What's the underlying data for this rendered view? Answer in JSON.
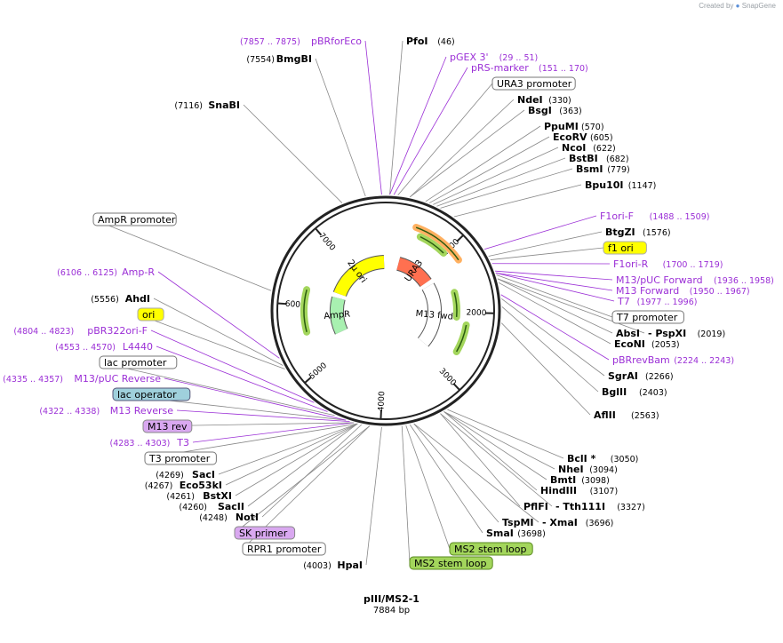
{
  "brand": {
    "created_by": "Created by",
    "app": "SnapGene"
  },
  "plasmid": {
    "name": "pIII/MS2-1",
    "length_label": "7884 bp",
    "length": 7884
  },
  "colors": {
    "enzyme": "#000000",
    "primer": "#9b2fd6",
    "backbone": "#222222",
    "feature_yellow": "#ffff00",
    "feature_green": "#a3d65c",
    "feature_lightgreen": "#a8f0b0",
    "feature_orange": "#ff7050",
    "feature_purple": "#d9a8f0",
    "feature_blue": "#9fd0dc"
  },
  "ticks": [
    "1000",
    "2000",
    "3000",
    "4000",
    "5000",
    "6000",
    "7000"
  ],
  "features_on_map": [
    {
      "label": "2μ ori",
      "color": "#ffff00"
    },
    {
      "label": "URA3",
      "color": "#ff7050"
    },
    {
      "label": "AmpR",
      "color": "#a8f0b0"
    },
    {
      "label": "M13 fwd",
      "color": "#ffffff"
    }
  ],
  "labels": [
    {
      "name": "PfoI",
      "pos": "(46)",
      "kind": "enzyme"
    },
    {
      "name": "pGEX 3'",
      "pos": "(29 .. 51)",
      "kind": "primer"
    },
    {
      "name": "pRS-marker",
      "pos": "(151 .. 170)",
      "kind": "primer"
    },
    {
      "name": "URA3 promoter",
      "pos": "",
      "kind": "promoter"
    },
    {
      "name": "NdeI",
      "pos": "(330)",
      "kind": "enzyme"
    },
    {
      "name": "BsgI",
      "pos": "(363)",
      "kind": "enzyme"
    },
    {
      "name": "PpuMI",
      "pos": "(570)",
      "kind": "enzyme"
    },
    {
      "name": "EcoRV",
      "pos": "(605)",
      "kind": "enzyme"
    },
    {
      "name": "NcoI",
      "pos": "(622)",
      "kind": "enzyme"
    },
    {
      "name": "BstBI",
      "pos": "(682)",
      "kind": "enzyme"
    },
    {
      "name": "BsmI",
      "pos": "(779)",
      "kind": "enzyme"
    },
    {
      "name": "Bpu10I",
      "pos": "(1147)",
      "kind": "enzyme"
    },
    {
      "name": "F1ori-F",
      "pos": "(1488 .. 1509)",
      "kind": "primer"
    },
    {
      "name": "BtgZI",
      "pos": "(1576)",
      "kind": "enzyme"
    },
    {
      "name": "f1 ori",
      "pos": "",
      "kind": "feature_yellow"
    },
    {
      "name": "F1ori-R",
      "pos": "(1700 .. 1719)",
      "kind": "primer"
    },
    {
      "name": "M13/pUC Forward",
      "pos": "(1936 .. 1958)",
      "kind": "primer"
    },
    {
      "name": "M13 Forward",
      "pos": "(1950 .. 1967)",
      "kind": "primer"
    },
    {
      "name": "T7",
      "pos": "(1977 .. 1996)",
      "kind": "primer"
    },
    {
      "name": "T7 promoter",
      "pos": "",
      "kind": "promoter"
    },
    {
      "name": "AbsI",
      "pos": "",
      "kind": "enzyme"
    },
    {
      "name": "PspXI",
      "pos": "(2019)",
      "kind": "enzyme",
      "prefix": "-"
    },
    {
      "name": "EcoNI",
      "pos": "(2053)",
      "kind": "enzyme"
    },
    {
      "name": "pBRrevBam",
      "pos": "(2224 .. 2243)",
      "kind": "primer"
    },
    {
      "name": "SgrAI",
      "pos": "(2266)",
      "kind": "enzyme"
    },
    {
      "name": "BglII",
      "pos": "(2403)",
      "kind": "enzyme"
    },
    {
      "name": "AflII",
      "pos": "(2563)",
      "kind": "enzyme"
    },
    {
      "name": "BclI *",
      "pos": "(3050)",
      "kind": "enzyme"
    },
    {
      "name": "NheI",
      "pos": "(3094)",
      "kind": "enzyme"
    },
    {
      "name": "BmtI",
      "pos": "(3098)",
      "kind": "enzyme"
    },
    {
      "name": "HindIII",
      "pos": "(3107)",
      "kind": "enzyme"
    },
    {
      "name": "PflFI",
      "pos": "",
      "kind": "enzyme"
    },
    {
      "name": "Tth111I",
      "pos": "(3327)",
      "kind": "enzyme",
      "prefix": "-"
    },
    {
      "name": "TspMI",
      "pos": "",
      "kind": "enzyme"
    },
    {
      "name": "XmaI",
      "pos": "(3696)",
      "kind": "enzyme",
      "prefix": "-"
    },
    {
      "name": "SmaI",
      "pos": "(3698)",
      "kind": "enzyme"
    },
    {
      "name": "MS2 stem loop",
      "pos": "",
      "kind": "feature_green"
    },
    {
      "name": "MS2 stem loop",
      "pos": "",
      "kind": "feature_green"
    },
    {
      "name": "HpaI",
      "pos": "(4003)",
      "kind": "enzyme",
      "left": true
    },
    {
      "name": "RPR1 promoter",
      "pos": "",
      "kind": "promoter"
    },
    {
      "name": "SK primer",
      "pos": "",
      "kind": "feature_purple"
    },
    {
      "name": "NotI",
      "pos": "(4248)",
      "kind": "enzyme",
      "left": true
    },
    {
      "name": "SacII",
      "pos": "(4260)",
      "kind": "enzyme",
      "left": true
    },
    {
      "name": "BstXI",
      "pos": "(4261)",
      "kind": "enzyme",
      "left": true
    },
    {
      "name": "Eco53kI",
      "pos": "(4267)",
      "kind": "enzyme",
      "left": true
    },
    {
      "name": "SacI",
      "pos": "(4269)",
      "kind": "enzyme",
      "left": true
    },
    {
      "name": "T3 promoter",
      "pos": "",
      "kind": "promoter"
    },
    {
      "name": "T3",
      "pos": "(4283 .. 4303)",
      "kind": "primer",
      "left": true
    },
    {
      "name": "M13 rev",
      "pos": "",
      "kind": "feature_purple"
    },
    {
      "name": "M13 Reverse",
      "pos": "(4322 .. 4338)",
      "kind": "primer",
      "left": true
    },
    {
      "name": "lac operator",
      "pos": "",
      "kind": "feature_blue"
    },
    {
      "name": "M13/pUC Reverse",
      "pos": "(4335 .. 4357)",
      "kind": "primer",
      "left": true
    },
    {
      "name": "lac promoter",
      "pos": "",
      "kind": "promoter"
    },
    {
      "name": "L4440",
      "pos": "(4553 .. 4570)",
      "kind": "primer",
      "left": true
    },
    {
      "name": "pBR322ori-F",
      "pos": "(4804 .. 4823)",
      "kind": "primer",
      "left": true
    },
    {
      "name": "ori",
      "pos": "",
      "kind": "feature_yellow"
    },
    {
      "name": "AhdI",
      "pos": "(5556)",
      "kind": "enzyme",
      "left": true
    },
    {
      "name": "Amp-R",
      "pos": "(6106 .. 6125)",
      "kind": "primer",
      "left": true
    },
    {
      "name": "AmpR promoter",
      "pos": "",
      "kind": "promoter"
    },
    {
      "name": "SnaBI",
      "pos": "(7116)",
      "kind": "enzyme",
      "left": true
    },
    {
      "name": "BmgBI",
      "pos": "(7554)",
      "kind": "enzyme",
      "left": true
    },
    {
      "name": "pBRforEco",
      "pos": "(7857 .. 7875)",
      "kind": "primer",
      "left": true
    }
  ]
}
